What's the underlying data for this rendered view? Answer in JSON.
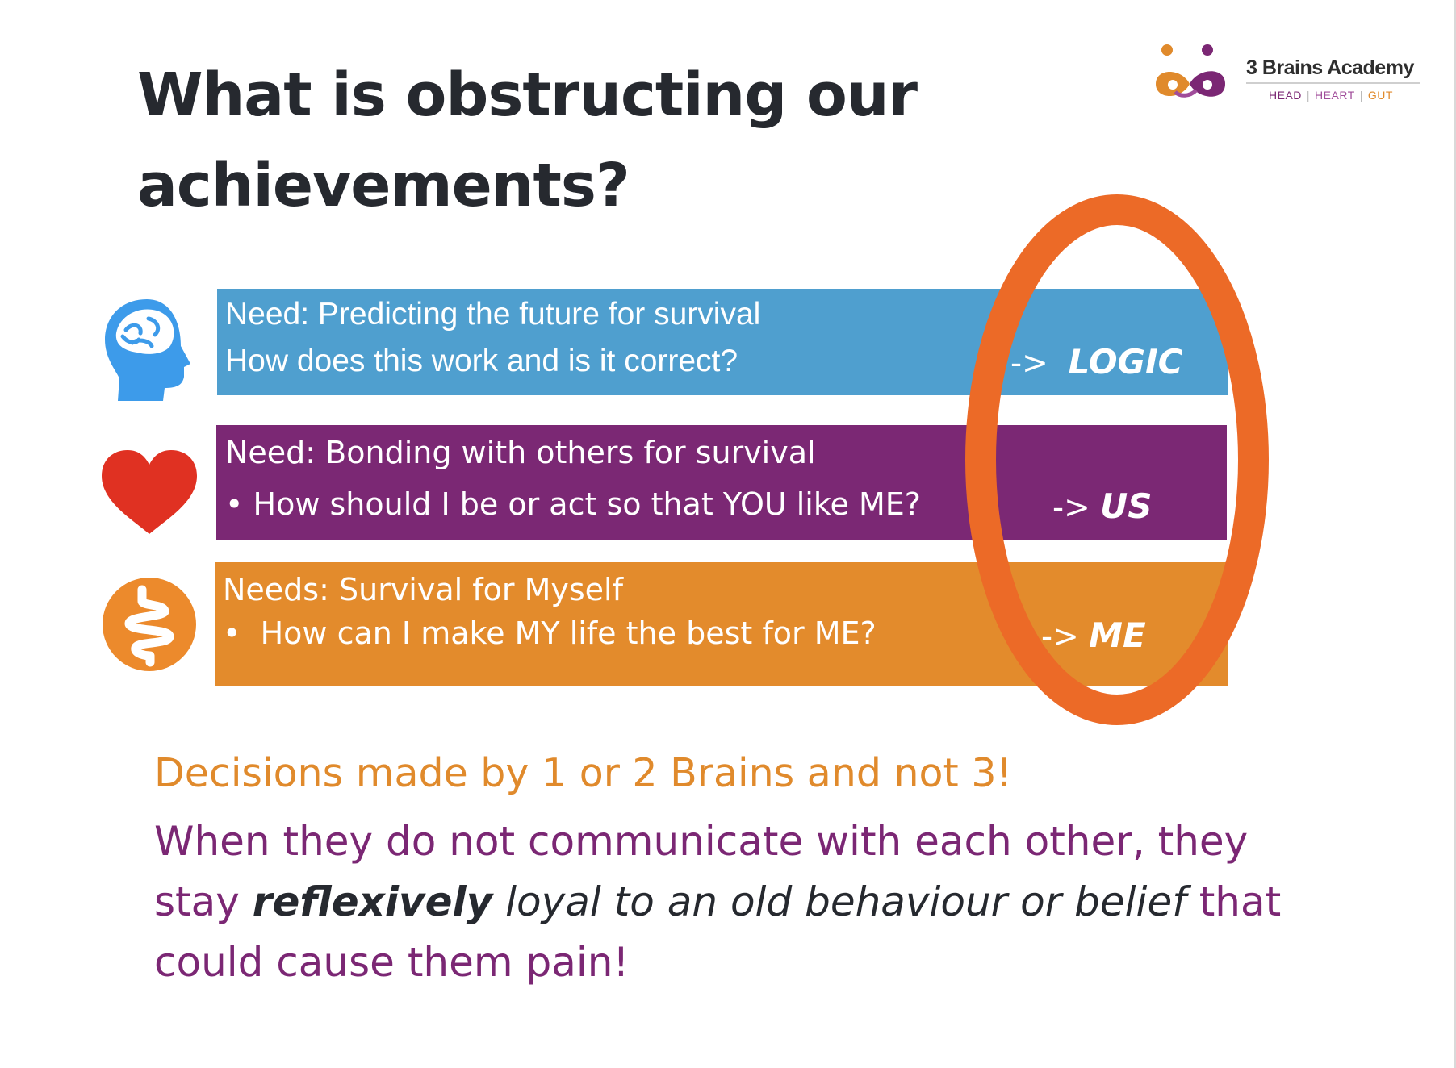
{
  "title": {
    "line1": "What is obstructing our",
    "line2": "achievements?"
  },
  "logo": {
    "name": "3 Brains Academy",
    "tag_head": "HEAD",
    "tag_heart": "HEART",
    "tag_gut": "GUT",
    "colors": {
      "head": "#7b2774",
      "heart": "#a04c9a",
      "gut": "#e08a2c"
    }
  },
  "rows": [
    {
      "icon": "head-brain-icon",
      "color": "#4f9fcf",
      "line1": "Need: Predicting the future for survival",
      "line2": "How does this work and is it correct?",
      "arrow": "->",
      "keyword": "LOGIC"
    },
    {
      "icon": "heart-icon",
      "color": "#7b2874",
      "line1": "Need: Bonding with others for survival",
      "bullet": "•",
      "line2": "How should I be or act so that YOU like ME?",
      "arrow": "->",
      "keyword": "US"
    },
    {
      "icon": "gut-intestine-icon",
      "color": "#e38b2c",
      "line1": "Needs: Survival for Myself",
      "bullet": "•",
      "line2": "How can I make MY life the best for ME?",
      "arrow": "->",
      "keyword": "ME"
    }
  ],
  "highlight_color": "#ec6a27",
  "caption": "Decisions made by 1 or 2 Brains and not 3!",
  "paragraph": {
    "part1": "When they do not communicate with each other, they stay",
    "emphasis": "reflexively",
    "part2": " loyal to an old behaviour or belief",
    "part3": " that could cause them pain!"
  }
}
